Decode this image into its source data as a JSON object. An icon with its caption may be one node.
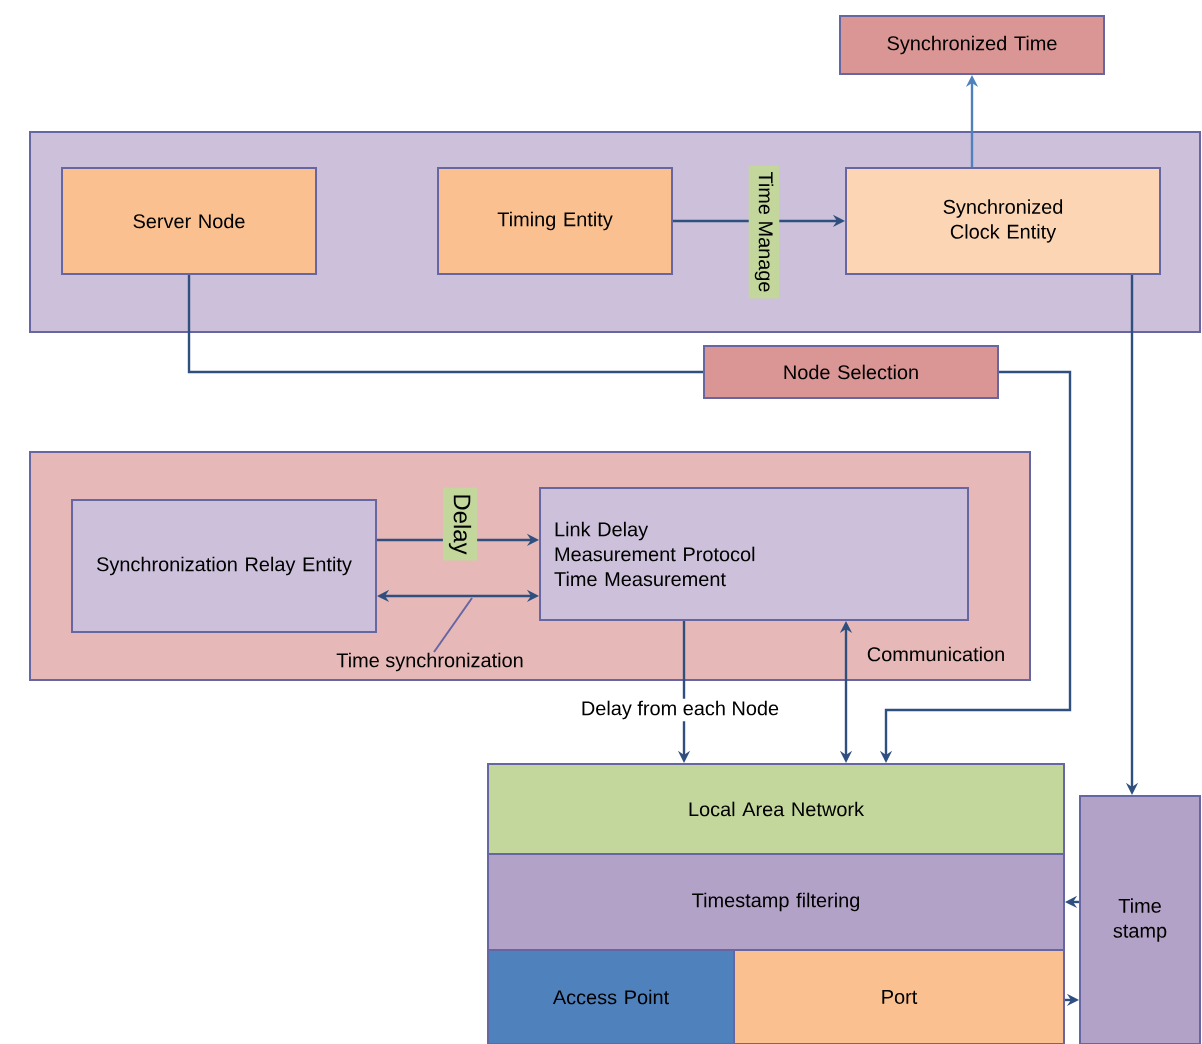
{
  "diagram": {
    "nodes": [
      {
        "text": [
          "Synchronized Time"
        ]
      },
      {
        "text": [],
        "shape": "box"
      },
      {
        "text": [
          "Server Node"
        ],
        "in": 1
      },
      {
        "text": [
          "Timing Entity"
        ],
        "in": 1
      },
      {
        "text": [
          "Synchronized Clock Entity"
        ],
        "in": 1
      },
      {
        "text": [
          "Node Selection"
        ]
      },
      {
        "text": [],
        "shape": "box"
      },
      {
        "text": [
          "Synchronization Relay Entity"
        ],
        "in": 6
      },
      {
        "text": [
          "Link Delay",
          "Measurement Protocol",
          "Time Measurement"
        ],
        "in": 6
      },
      {
        "text": [
          "Local Area Network"
        ]
      },
      {
        "text": [
          "Timestamp filtering"
        ]
      },
      {
        "text": [
          "Access Point"
        ]
      },
      {
        "text": [
          "Port"
        ]
      },
      {
        "text": [
          "Time stamp"
        ]
      }
    ],
    "edges": [
      {
        "from": 4,
        "to": 0,
        "arrow": "to",
        "color": "#4f81bd"
      },
      {
        "from": 3,
        "to": 4,
        "arrow": "to",
        "label": "Time Manage"
      },
      {
        "from": 2,
        "to": 5,
        "arrow": "none"
      },
      {
        "from": 5,
        "to": 9,
        "arrow": "to"
      },
      {
        "from": 4,
        "to": 13,
        "arrow": "to"
      },
      {
        "from": 7,
        "to": 8,
        "arrow": "to",
        "label": "Delay"
      },
      {
        "from": 7,
        "to": 8,
        "arrow": "both",
        "label": "Time synchronization"
      },
      {
        "from": 8,
        "to": 9,
        "arrow": "to",
        "label": "Delay from each Node"
      },
      {
        "from": 8,
        "to": 9,
        "arrow": "both",
        "label": "Communication"
      },
      {
        "from": 13,
        "to": 10,
        "arrow": "to"
      },
      {
        "from": 12,
        "to": 13,
        "arrow": "to"
      }
    ]
  }
}
